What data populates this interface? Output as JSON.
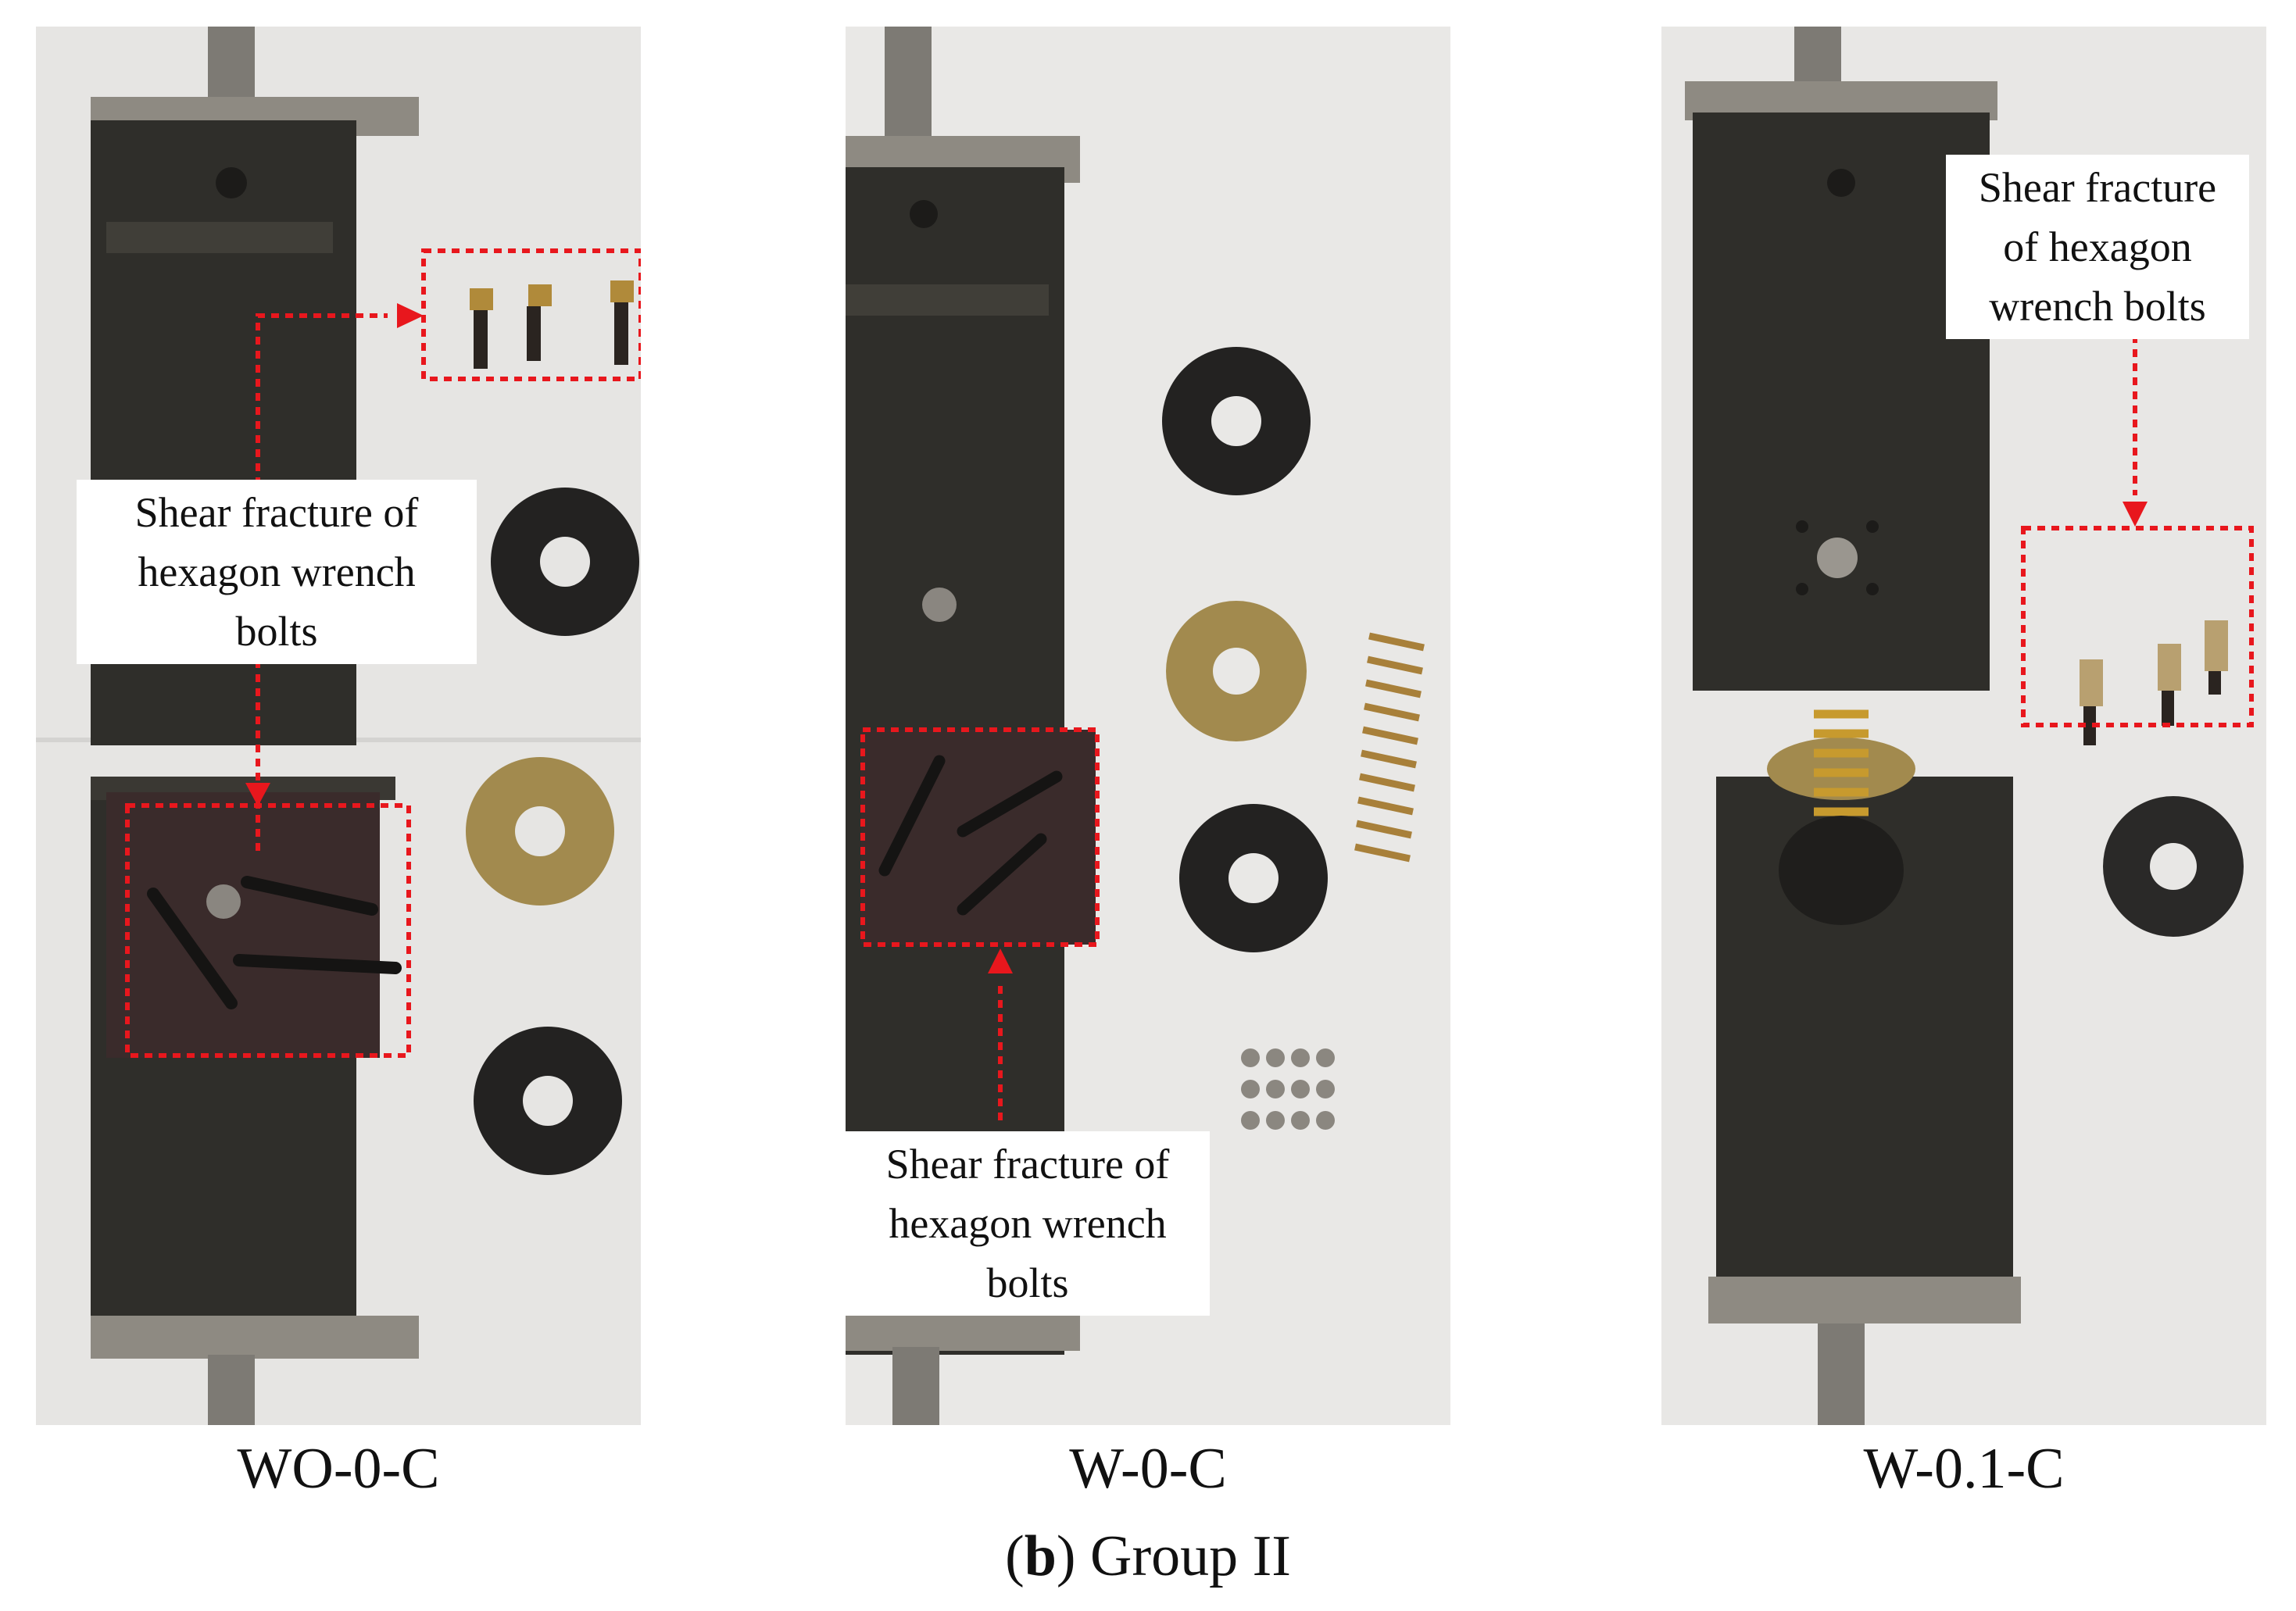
{
  "panels": [
    {
      "caption": "WO-0-C",
      "annotation": [
        "Shear fracture of",
        "hexagon wrench",
        "bolts"
      ]
    },
    {
      "caption": "W-0-C",
      "annotation": [
        "Shear fracture of",
        "hexagon wrench",
        "bolts"
      ]
    },
    {
      "caption": "W-0.1-C",
      "annotation": [
        "Shear fracture",
        "of hexagon",
        "wrench bolts"
      ]
    }
  ],
  "group_caption": {
    "open": "(",
    "letter": "b",
    "rest": ") Group II"
  },
  "colors": {
    "highlight": "#e8171d",
    "plate": "#2f2e2a",
    "background": "#e7e6e4"
  }
}
